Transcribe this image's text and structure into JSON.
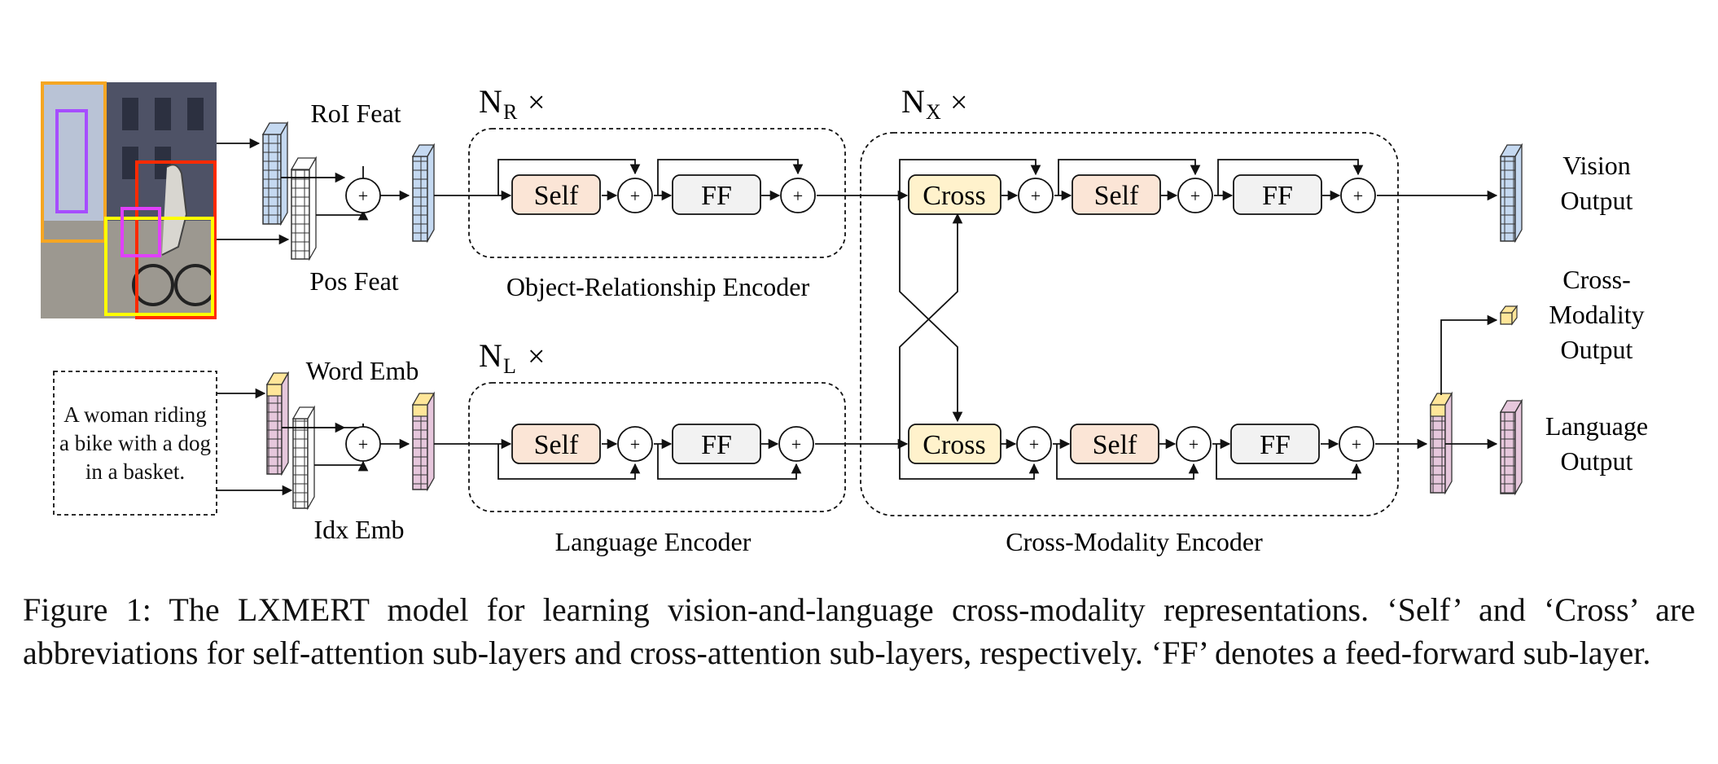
{
  "labels": {
    "roi_feat": "RoI Feat",
    "pos_feat": "Pos Feat",
    "word_emb": "Word Emb",
    "idx_emb": "Idx Emb",
    "nr_main": "N",
    "nr_sub": "R",
    "nl_main": "N",
    "nl_sub": "L",
    "nx_main": "N",
    "nx_sub": "X",
    "times": "×",
    "object_encoder": "Object-Relationship Encoder",
    "language_encoder": "Language Encoder",
    "cross_encoder": "Cross-Modality Encoder",
    "vision_output_1": "Vision",
    "vision_output_2": "Output",
    "cross_output_1": "Cross-",
    "cross_output_2": "Modality",
    "cross_output_3": "Output",
    "language_output_1": "Language",
    "language_output_2": "Output"
  },
  "boxes": {
    "self": "Self",
    "ff": "FF",
    "cross": "Cross",
    "plus": "+"
  },
  "input_sentence": "A woman riding a bike with a dog in a basket.",
  "caption": "Figure 1: The LXMERT model for learning vision-and-language cross-modality representations. ‘Self’ and ‘Cross’ are abbreviations for self-attention sub-layers and cross-attention sub-layers, respectively. ‘FF’ denotes a feed-forward sub-layer.",
  "colors": {
    "self_fill": "#fbe5d6",
    "cross_fill": "#fff2cc",
    "ff_fill": "#f2f2f2",
    "vision_feat": "#c5d9f1",
    "language_feat": "#e6c7dc",
    "cross_feat": "#ffe699",
    "box_orange": "#f5a623",
    "box_purple": "#a64dff",
    "box_red": "#ff2a00",
    "box_yellow": "#ffff00",
    "box_magenta": "#e040fb"
  }
}
